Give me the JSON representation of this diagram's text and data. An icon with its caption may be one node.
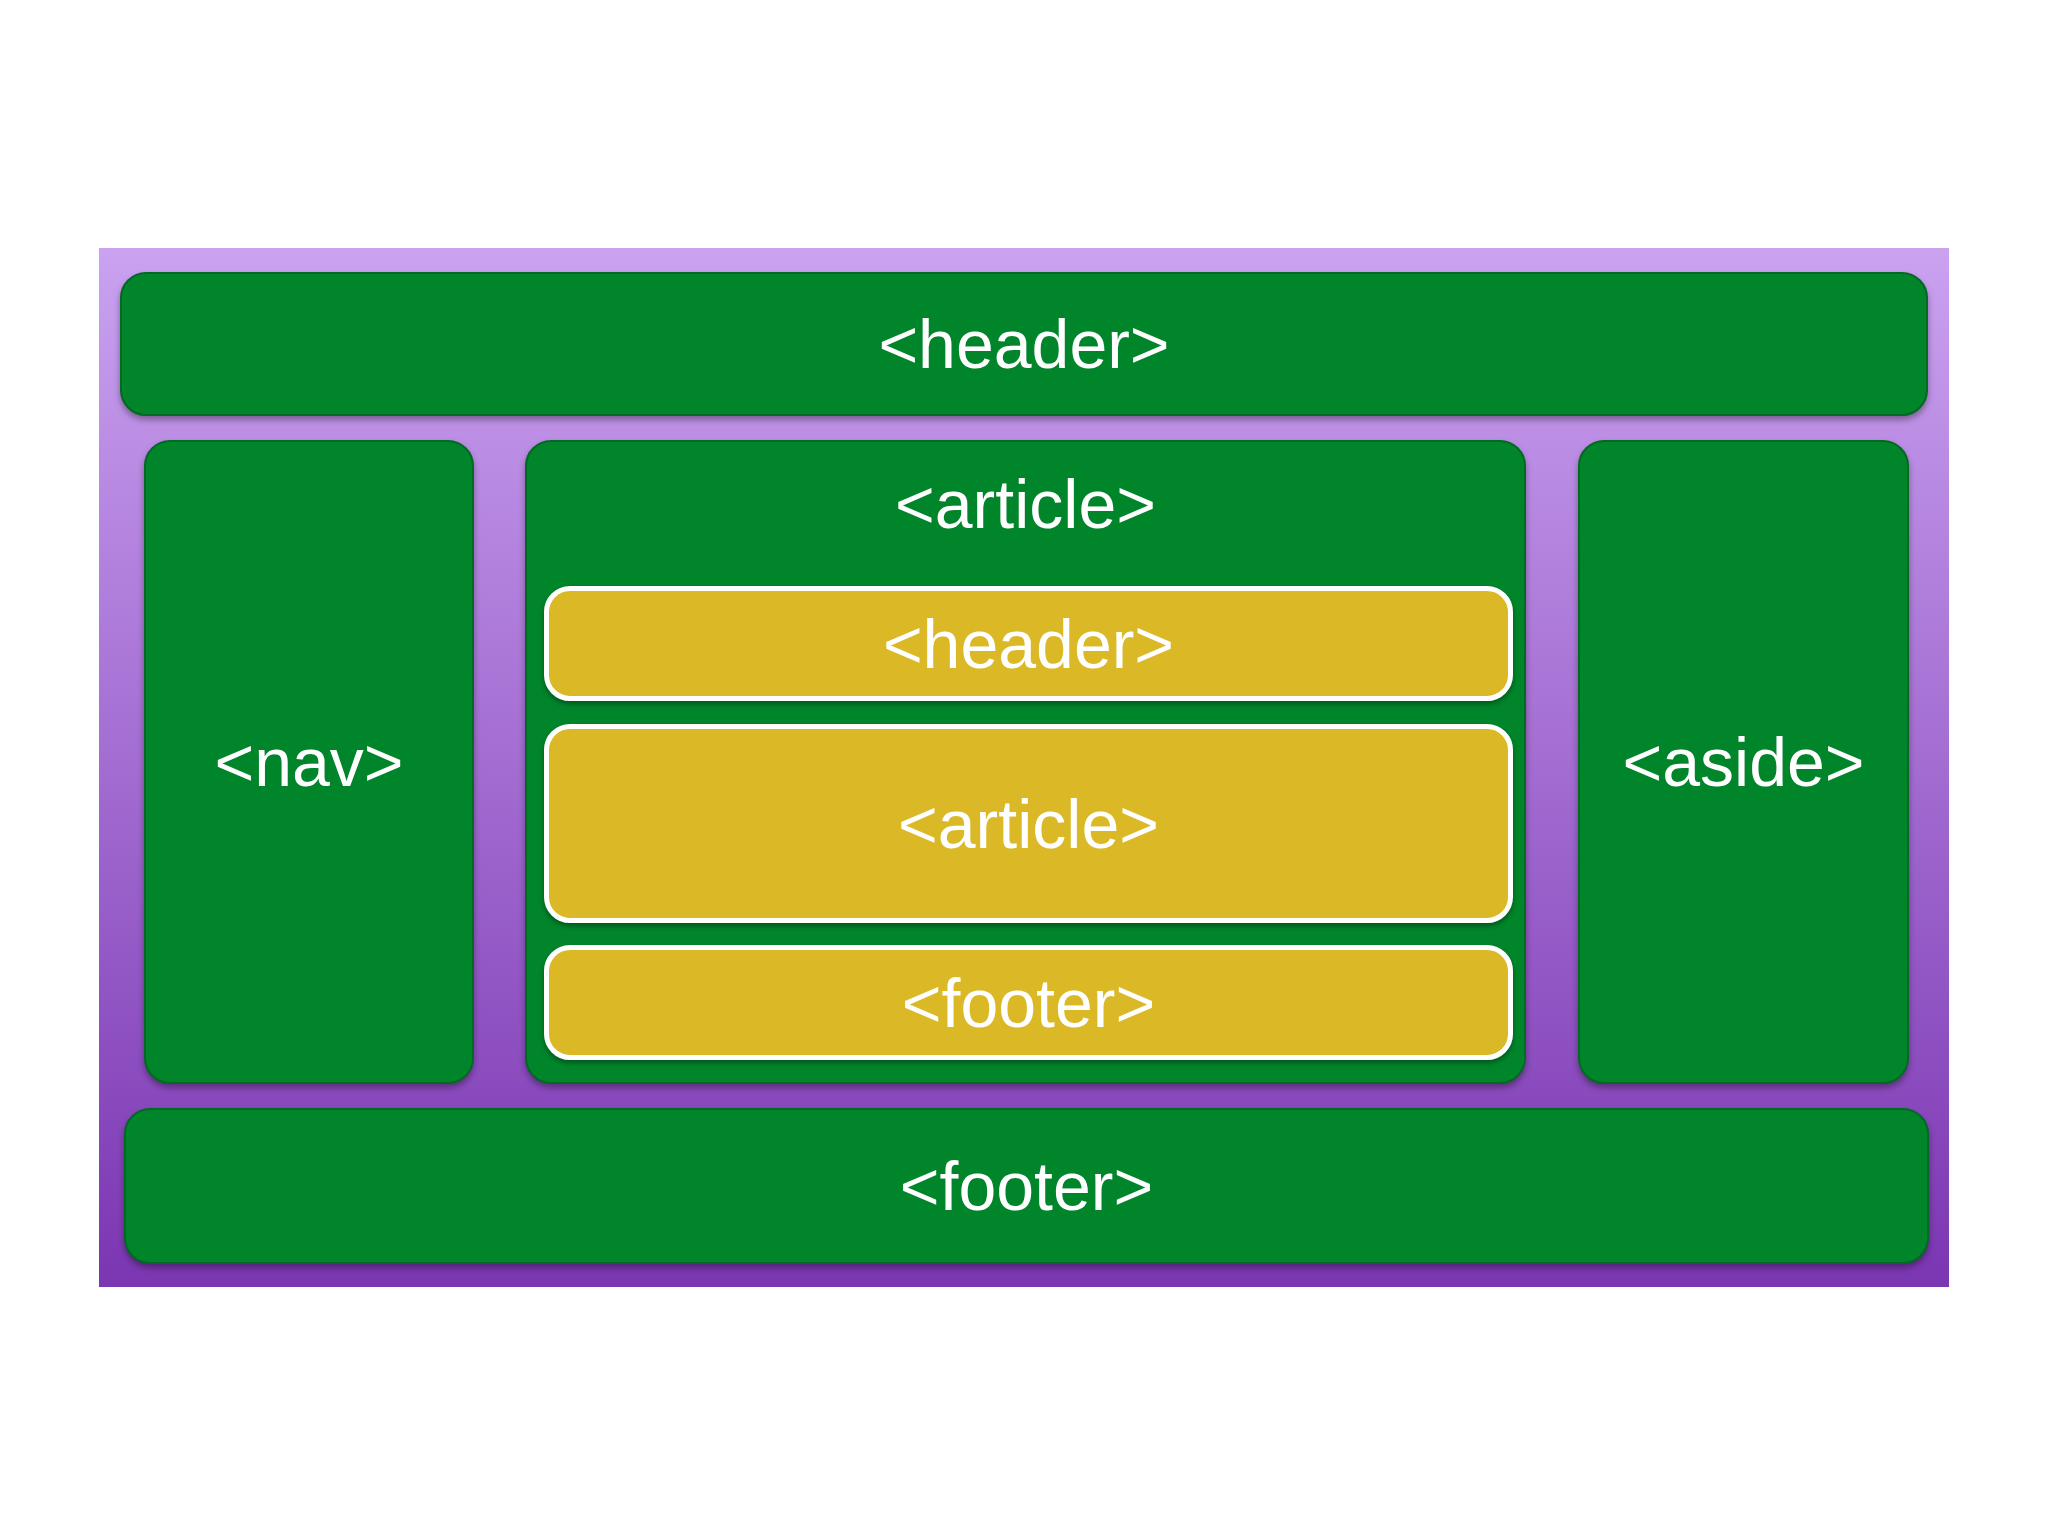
{
  "diagram": {
    "nodes": [
      {
        "text": [],
        "shape": "box"
      },
      {
        "text": [
          "<header>"
        ],
        "in": 0
      },
      {
        "text": [
          "<nav>"
        ],
        "in": 0
      },
      {
        "text": [
          "<article>"
        ],
        "in": 0
      },
      {
        "text": [
          "<header>"
        ],
        "in": 3
      },
      {
        "text": [
          "<article>"
        ],
        "in": 3
      },
      {
        "text": [
          "<footer>"
        ],
        "in": 3
      },
      {
        "text": [
          "<aside>"
        ],
        "in": 0
      },
      {
        "text": [
          "<footer>"
        ],
        "in": 0
      }
    ]
  }
}
